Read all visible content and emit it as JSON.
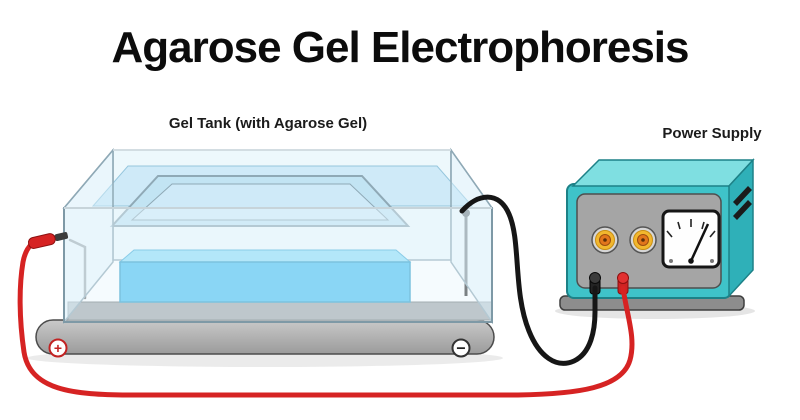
{
  "title": "Agarose Gel Electrophoresis",
  "gel_tank": {
    "label": "Gel Tank  (with Agarose Gel)",
    "positive_terminal": "+",
    "negative_terminal": "−"
  },
  "power_supply": {
    "label": "Power Supply"
  },
  "colors": {
    "title_text": "#0c0c0c",
    "wire_red": "#d62323",
    "wire_black": "#161616",
    "gel": "#47c0ef",
    "gel_top": "#8edcf7",
    "buffer": "#cfeaf8",
    "case_teal": "#3fc3c9",
    "case_teal_top": "#7fdfe1",
    "case_teal_side": "#2fb0b8",
    "panel_gray": "#a5a5a5",
    "knob_yellow": "#f2b72e",
    "knob_orange": "#e2761c",
    "tank_base_gray": "#b8b8b8"
  }
}
